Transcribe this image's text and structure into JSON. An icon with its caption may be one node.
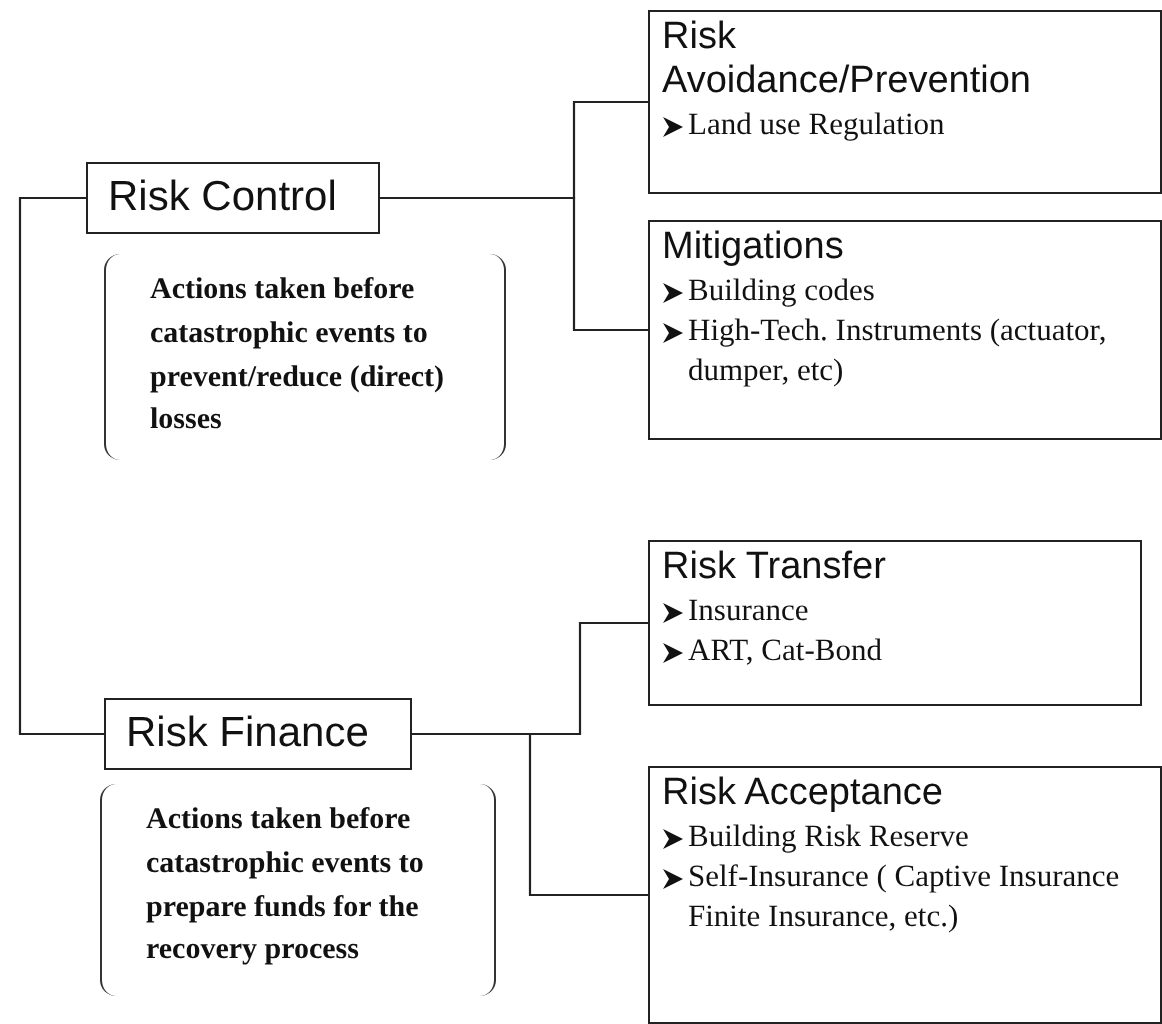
{
  "diagram": {
    "nodes": [
      {
        "text": [
          "Risk Control"
        ],
        "beside": [
          "Actions taken before catastrophic events to prevent/reduce (direct) losses"
        ]
      },
      {
        "text": [
          "Risk Avoidance/Prevention",
          "Land use Regulation"
        ]
      },
      {
        "text": [
          "Mitigations",
          "Building codes",
          "High-Tech. Instruments (actuator, dumper, etc)"
        ]
      },
      {
        "text": [
          "Risk Finance"
        ],
        "beside": [
          "Actions taken before catastrophic events to prepare funds for the recovery process"
        ]
      },
      {
        "text": [
          "Risk Transfer",
          "Insurance",
          "ART, Cat-Bond"
        ]
      },
      {
        "text": [
          "Risk Acceptance",
          "Building Risk Reserve",
          "Self-Insurance ( Captive Insurance Finite Insurance, etc.)"
        ]
      }
    ],
    "edges": [
      {
        "from": 0,
        "to": 1,
        "arrow": "none"
      },
      {
        "from": 0,
        "to": 2,
        "arrow": "none"
      },
      {
        "from": 0,
        "to": 3,
        "arrow": "none"
      },
      {
        "from": 3,
        "to": 4,
        "arrow": "none"
      },
      {
        "from": 3,
        "to": 5,
        "arrow": "none"
      }
    ]
  }
}
